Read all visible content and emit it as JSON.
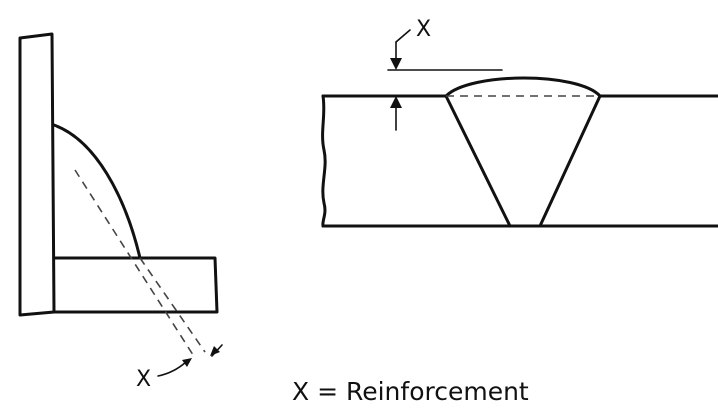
{
  "labels": {
    "x_top": "X",
    "x_bottom": "X",
    "legend": "X = Reinforcement"
  },
  "colors": {
    "ink": "#111111",
    "dash": "#444444",
    "background": "#ffffff"
  }
}
